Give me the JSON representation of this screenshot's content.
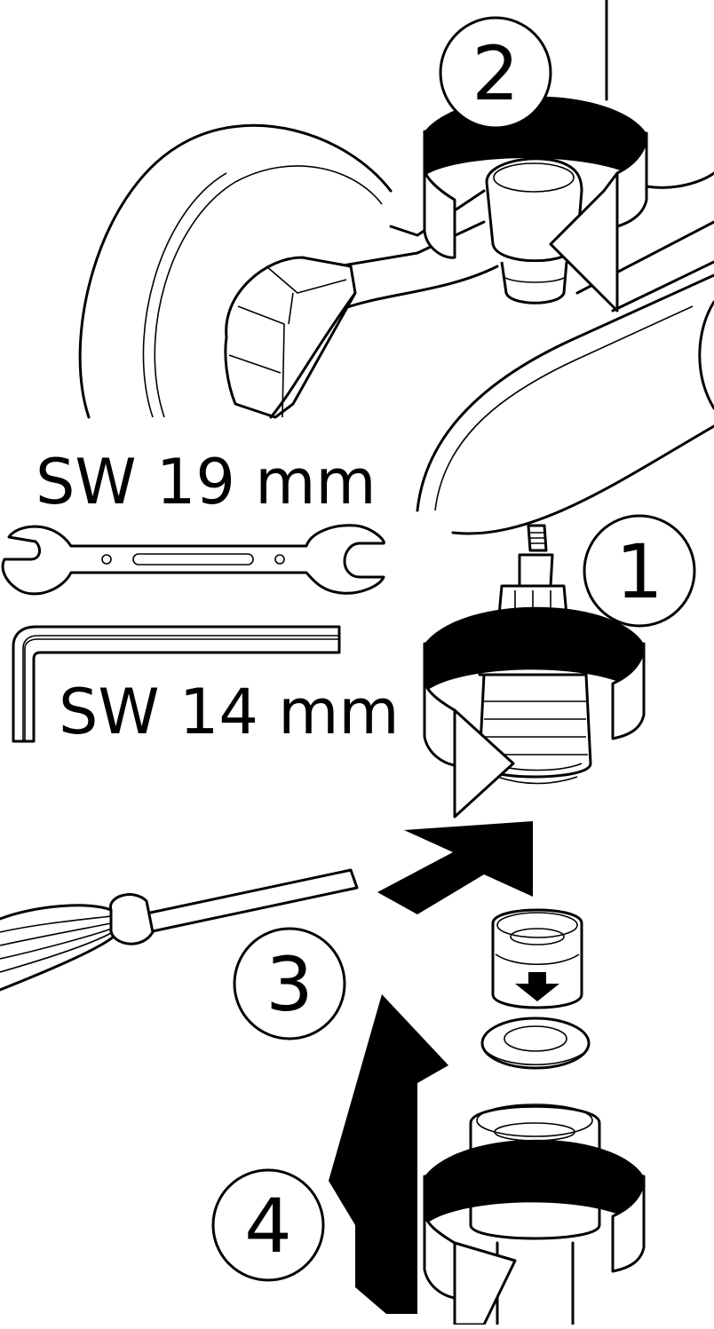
{
  "labels": {
    "wrench_size": "SW 19 mm",
    "hex_key_size": "SW 14 mm"
  },
  "steps": [
    "1",
    "2",
    "3",
    "4"
  ],
  "colors": {
    "ink": "#000000",
    "paper": "#ffffff"
  }
}
